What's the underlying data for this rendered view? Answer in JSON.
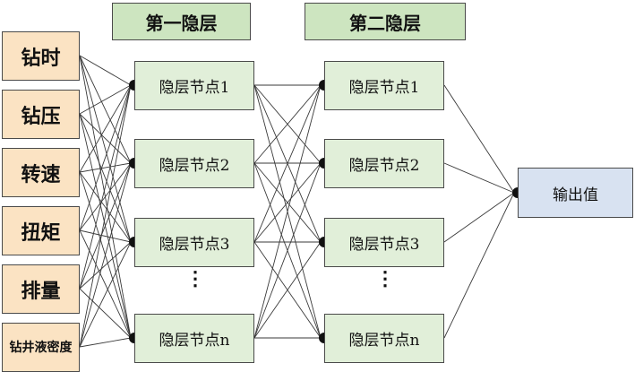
{
  "headers": {
    "layer1": "第一隐层",
    "layer2": "第二隐层"
  },
  "inputs": [
    "钻时",
    "钻压",
    "转速",
    "扭矩",
    "排量",
    "钻井液密度"
  ],
  "hidden1": [
    "隐层节点1",
    "隐层节点2",
    "隐层节点3",
    "隐层节点n"
  ],
  "hidden2": [
    "隐层节点1",
    "隐层节点2",
    "隐层节点3",
    "隐层节点n"
  ],
  "ellipsis": "⋮",
  "output": "输出值",
  "colors": {
    "input_fill": "#fbe3c3",
    "header_fill": "#cde5c0",
    "hidden_fill": "#e1efd9",
    "output_fill": "#d8e2f1",
    "line": "#3a3a3a"
  }
}
